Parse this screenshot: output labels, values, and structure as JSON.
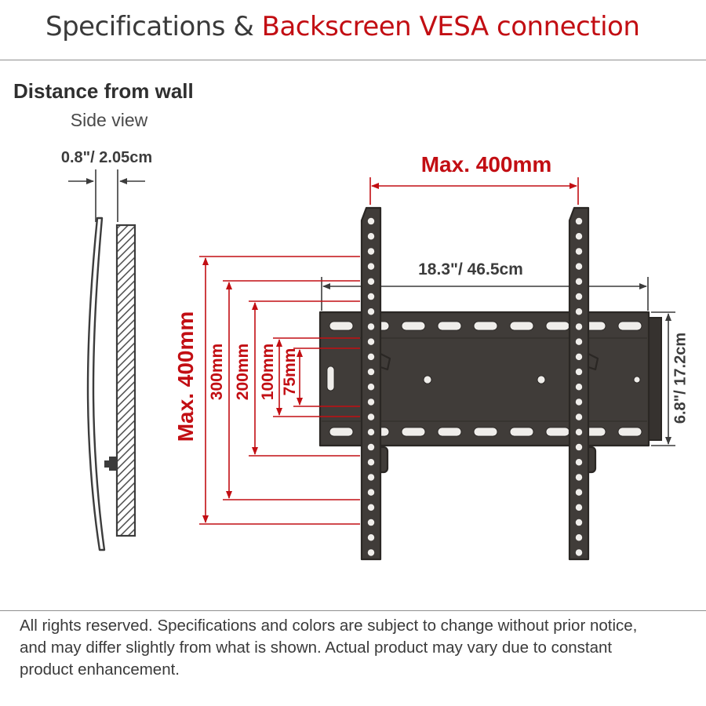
{
  "header": {
    "title_prefix": "Specifications & ",
    "title_highlight": "Backscreen VESA connection"
  },
  "side_view": {
    "heading": "Distance from wall",
    "subheading": "Side view",
    "wall_distance": "0.8\"/ 2.05cm"
  },
  "front_view": {
    "max_width": "Max. 400mm",
    "plate_width": "18.3\"/ 46.5cm",
    "max_height": "Max. 400mm",
    "vesa_300": "300mm",
    "vesa_200": "200mm",
    "vesa_100": "100mm",
    "vesa_75": "75mm",
    "plate_height": "6.8\"/ 17.2cm"
  },
  "footer": {
    "lines": [
      "All rights reserved. Specifications and colors are subject to change without prior notice,",
      "and may differ slightly from what is shown. Actual product may vary due to constant",
      "product enhancement."
    ]
  },
  "colors": {
    "accent_red": "#c20e13",
    "text_dark": "#3c3c3c",
    "mount_fill": "#403c39",
    "mount_outline": "#2a2724"
  }
}
